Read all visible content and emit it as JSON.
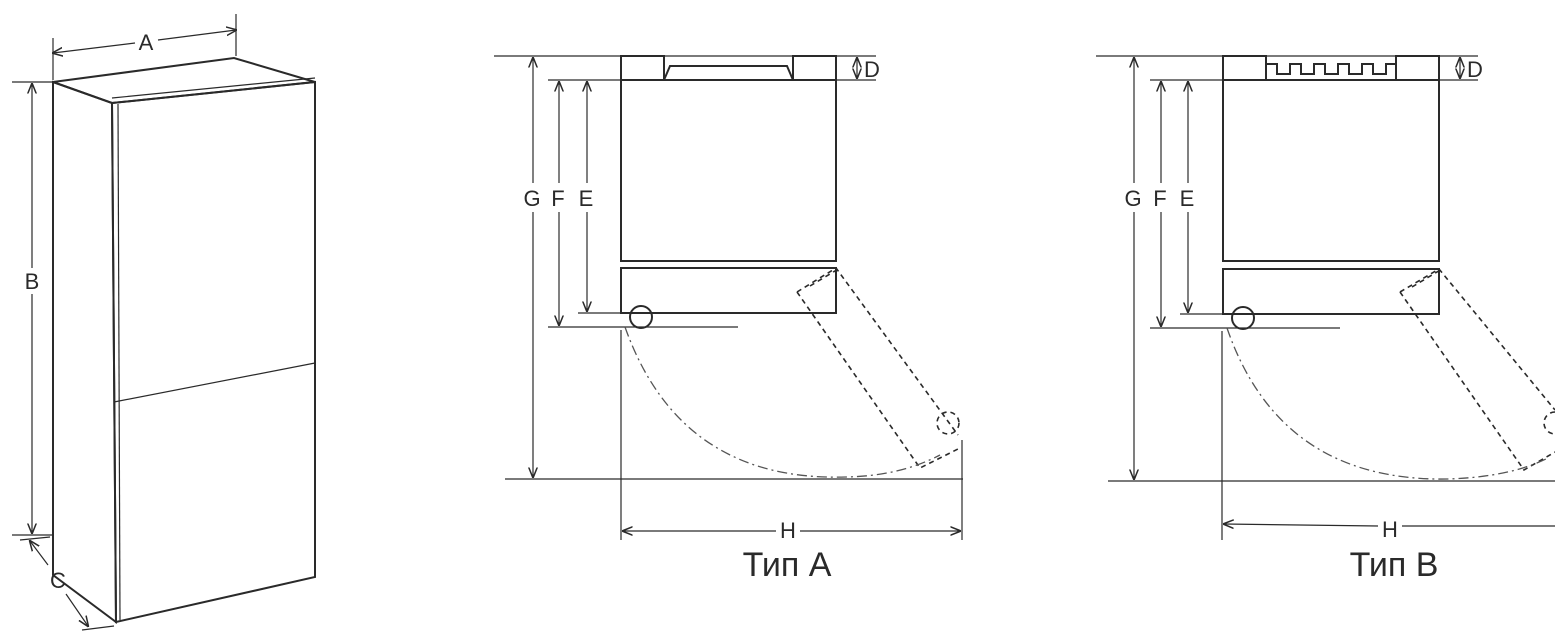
{
  "labels": {
    "width": "A",
    "height": "B",
    "depth": "C",
    "top_gap": "D",
    "dim_e": "E",
    "dim_f": "F",
    "dim_g": "G",
    "dim_h": "H"
  },
  "captions": {
    "type_a": "Тип A",
    "type_b": "Тип B"
  }
}
